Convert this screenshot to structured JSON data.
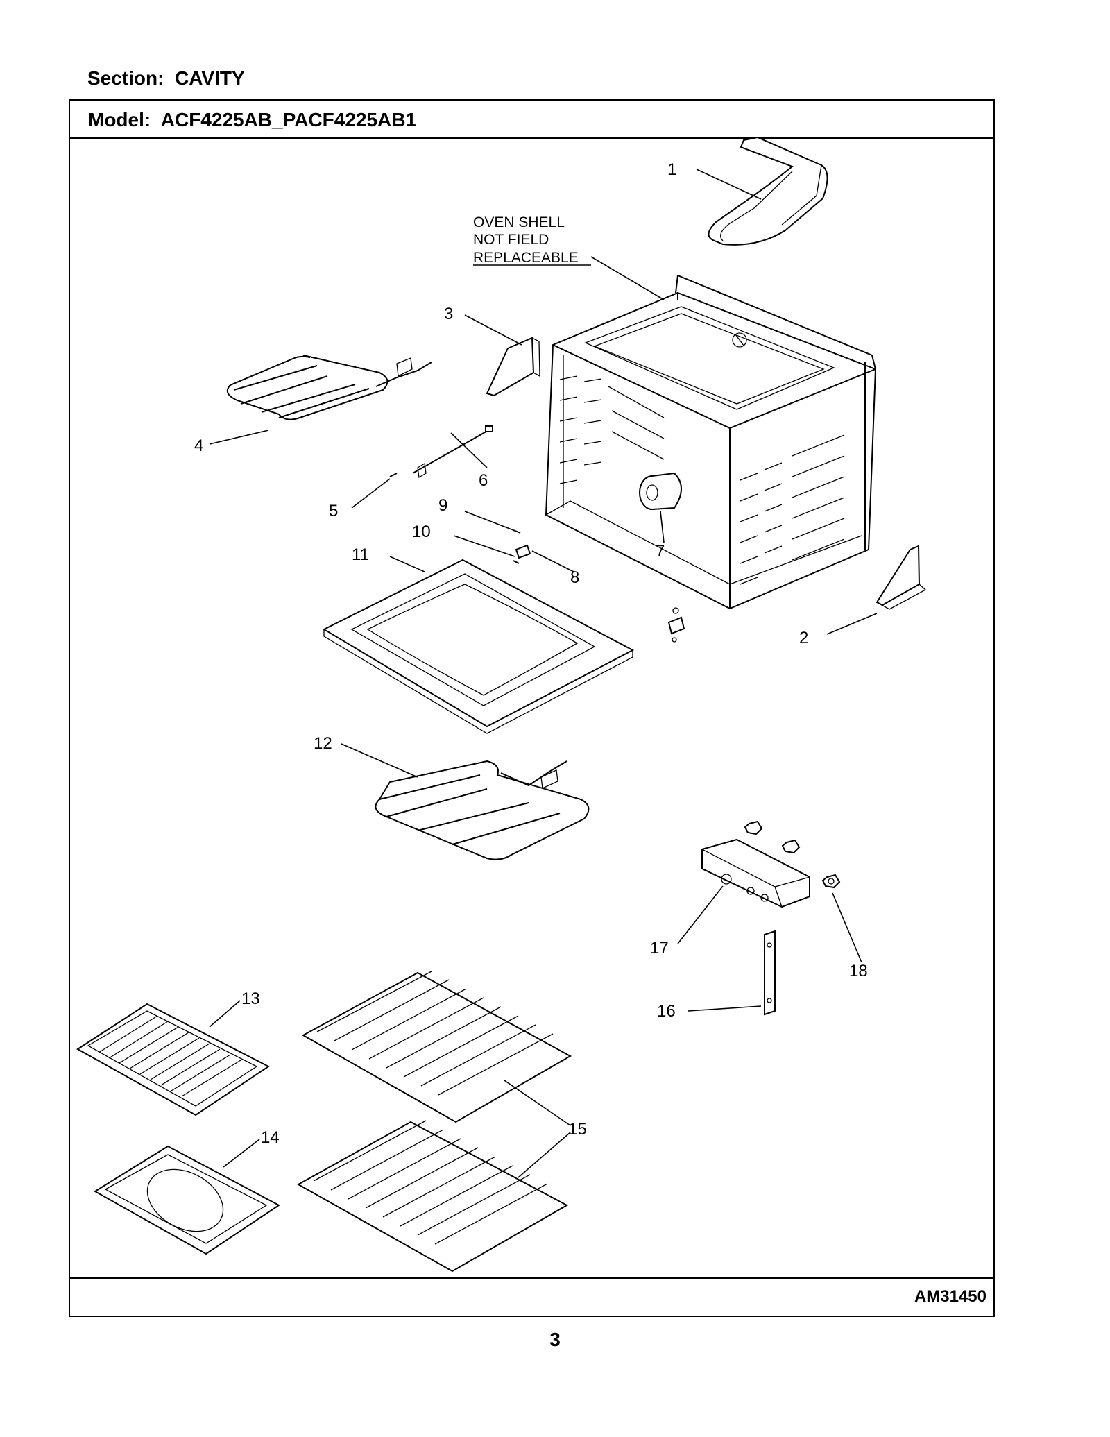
{
  "section": {
    "label": "Section:",
    "value": "CAVITY"
  },
  "model": {
    "label": "Model:",
    "value": "ACF4225AB_PACF4225AB1"
  },
  "note": {
    "line1": "OVEN SHELL",
    "line2": "NOT FIELD",
    "line3": "REPLACEABLE"
  },
  "callouts": [
    "1",
    "2",
    "3",
    "4",
    "5",
    "6",
    "7",
    "8",
    "9",
    "10",
    "11",
    "12",
    "13",
    "14",
    "15",
    "15",
    "16",
    "17",
    "18"
  ],
  "doc_code": "AM31450",
  "page_number": "3"
}
